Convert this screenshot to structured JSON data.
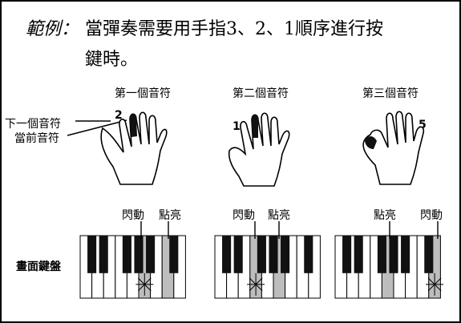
{
  "example": {
    "label": "範例：",
    "line1": "當彈奏需要用手指3、2、1順序進行按",
    "line2": "鍵時。"
  },
  "columns": [
    {
      "title": "第一個音符",
      "finger_number": "2",
      "left_tag": "閃動",
      "right_tag": "點亮"
    },
    {
      "title": "第二個音符",
      "finger_number": "1",
      "left_tag": "閃動",
      "right_tag": "點亮"
    },
    {
      "title": "第三個音符",
      "finger_number": "5",
      "left_tag": "點亮",
      "right_tag": "閃動"
    }
  ],
  "callouts": {
    "next_note": "下一個音符",
    "current_note": "當前音符"
  },
  "row_label": "畫面鍵盤",
  "colors": {
    "frame": "#000000",
    "key_white": "#ffffff",
    "key_black": "#111111",
    "key_highlight": "#bdbdbd",
    "finger_fill": "#111111"
  }
}
